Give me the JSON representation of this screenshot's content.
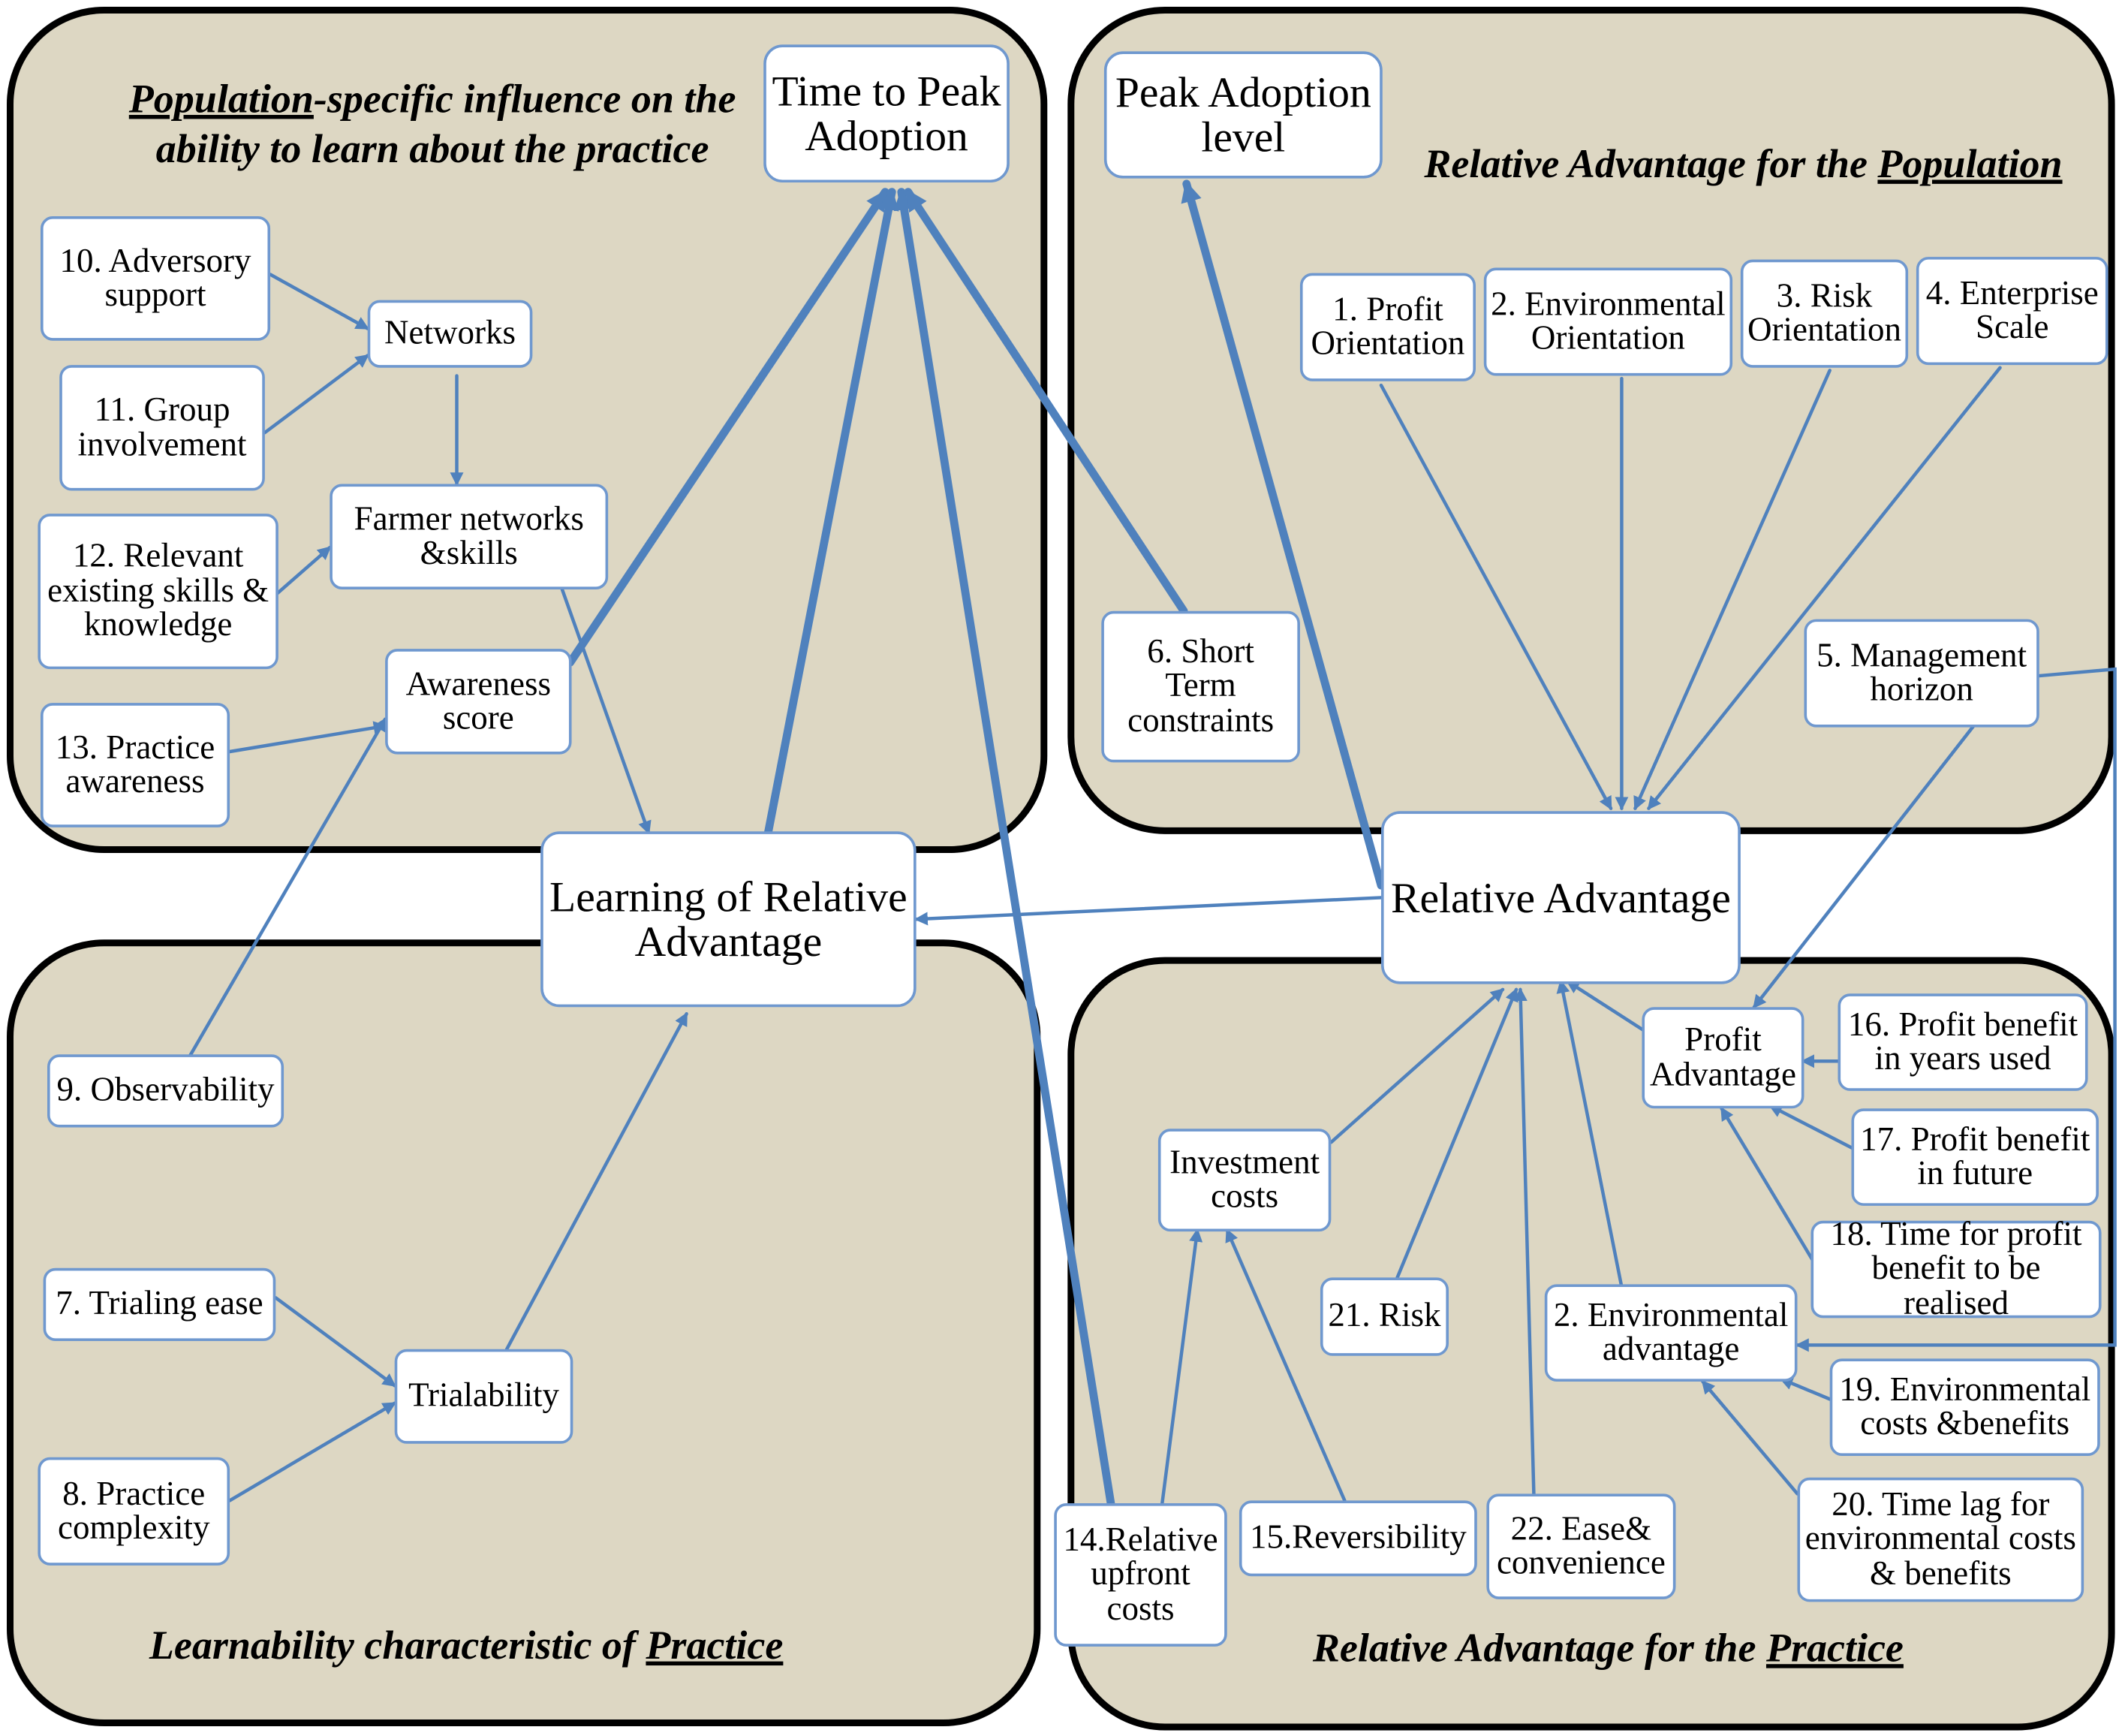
{
  "colors": {
    "panel": "#ddd7c3",
    "arrow": "#4f81bd",
    "node_border": "#6f98cf"
  },
  "quadrants": {
    "top_left": {
      "title_line1_pre": "",
      "title_line1_underlined": "Population",
      "title_line1_post": "-specific influence on the",
      "title_line2": "ability to learn about the practice"
    },
    "top_right": {
      "title_pre": "Relative Advantage for the ",
      "title_underlined": "Population"
    },
    "bottom_left": {
      "title_pre": "Learnability characteristic of ",
      "title_underlined": "Practice"
    },
    "bottom_right": {
      "title_pre": "Relative Advantage for the ",
      "title_underlined": "Practice"
    }
  },
  "nodes": {
    "time_to_peak": "Time to Peak\nAdoption",
    "peak_adoption_level": "Peak Adoption\nlevel",
    "learning_ra": "Learning of Relative\nAdvantage",
    "relative_advantage": "Relative Advantage",
    "n10": "10. Adversory\nsupport",
    "n11": "11. Group\ninvolvement",
    "n12": "12. Relevant\nexisting skills &\nknowledge",
    "n13": "13. Practice\nawareness",
    "networks": "Networks",
    "farmer_networks": "Farmer networks\n&skills",
    "awareness_score": "Awareness\nscore",
    "n1": "1. Profit\nOrientation",
    "n2_orient": "2. Environmental\nOrientation",
    "n3": "3. Risk\nOrientation",
    "n4": "4. Enterprise\nScale",
    "n5": "5. Management\nhorizon",
    "n6": "6. Short\nTerm\nconstraints",
    "n9": "9. Observability",
    "n7": "7. Trialing ease",
    "n8": "8. Practice\ncomplexity",
    "trialability": "Trialability",
    "investment_costs": "Investment\ncosts",
    "n21": "21. Risk",
    "profit_advantage": "Profit\nAdvantage",
    "n16": "16. Profit benefit\nin years used",
    "n17": "17. Profit benefit\nin future",
    "n18": "18. Time for profit\nbenefit to be realised",
    "env_advantage": "2. Environmental\nadvantage",
    "n19": "19. Environmental\ncosts &benefits",
    "n20": "20. Time lag for\nenvironmental costs\n& benefits",
    "n14": "14.Relative\nupfront\ncosts",
    "n15": "15.Reversibility",
    "n22": "22. Ease&\nconvenience"
  }
}
